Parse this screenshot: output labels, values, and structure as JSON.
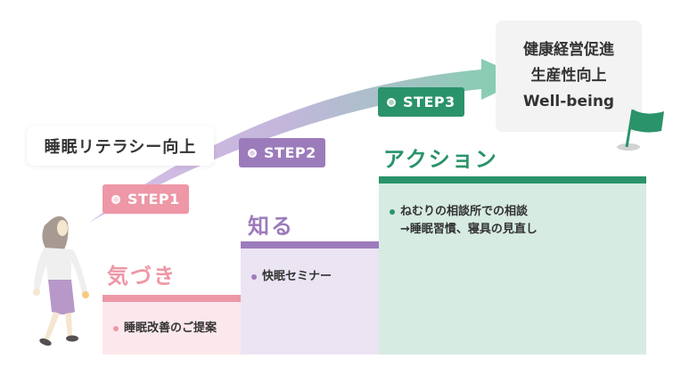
{
  "literacy_label": "睡眠リテラシー向上",
  "goal": {
    "lines": [
      "健康経営促進",
      "生産性向上",
      "Well-being"
    ]
  },
  "steps": [
    {
      "badge": "STEP1",
      "heading": "気づき",
      "items": [
        "睡眠改善のご提案"
      ],
      "color": "#ee97a6",
      "panel_color": "#fce8ec"
    },
    {
      "badge": "STEP2",
      "heading": "知る",
      "items": [
        "快眠セミナー"
      ],
      "color": "#9c7bbb",
      "panel_color": "#ebe4f2"
    },
    {
      "badge": "STEP3",
      "heading": "アクション",
      "items": [
        "ねむりの相談所での相談",
        "→睡眠習慣、寝具の見直し"
      ],
      "color": "#2a936a",
      "panel_color": "#d6ebe2"
    }
  ],
  "icons": {
    "woman": "walking-woman-illustration",
    "flag": "goal-flag-icon",
    "arrow": "progress-arrow"
  }
}
